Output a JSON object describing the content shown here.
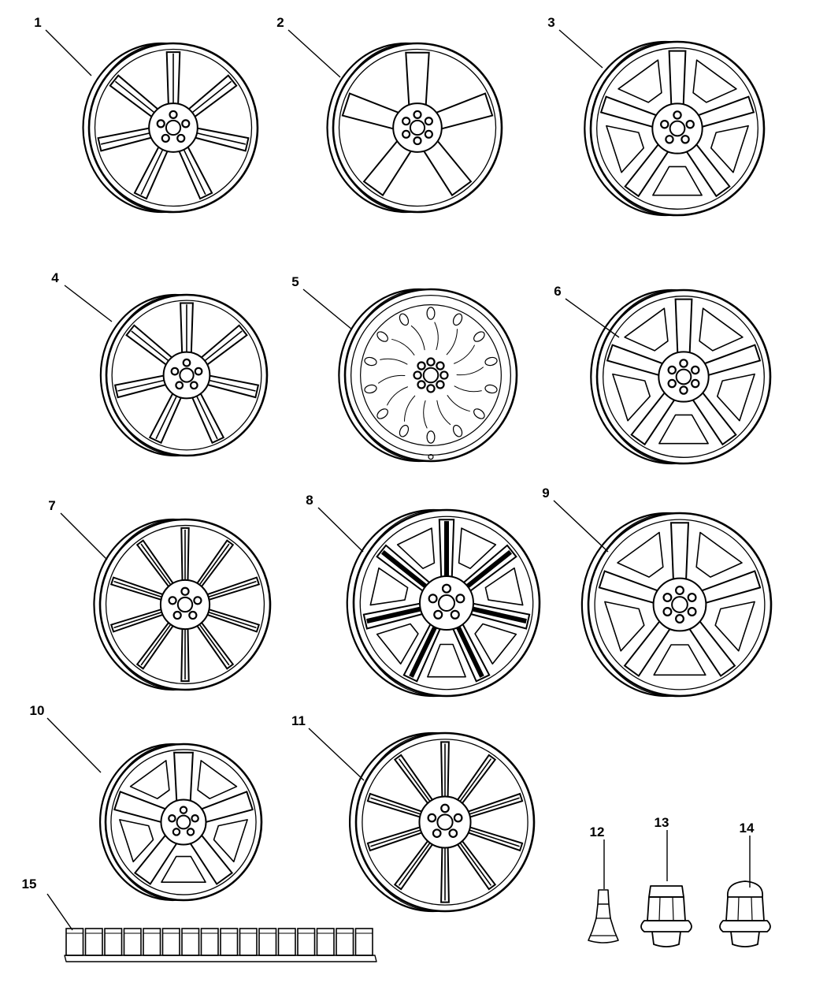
{
  "parts": [
    {
      "id": "wheel-1",
      "kind": "wheel",
      "callout": "1",
      "spokes": 7,
      "lugs": 5,
      "style": "split-spoke"
    },
    {
      "id": "wheel-2",
      "kind": "wheel",
      "callout": "2",
      "spokes": 5,
      "lugs": 6,
      "style": "wide-spoke"
    },
    {
      "id": "wheel-3",
      "kind": "wheel",
      "callout": "3",
      "spokes": 5,
      "lugs": 5,
      "style": "open-spoke"
    },
    {
      "id": "wheel-4",
      "kind": "wheel",
      "callout": "4",
      "spokes": 7,
      "lugs": 5,
      "style": "split-spoke"
    },
    {
      "id": "wheel-5",
      "kind": "wheel",
      "callout": "5",
      "spokes": 0,
      "lugs": 8,
      "style": "steel-vent"
    },
    {
      "id": "wheel-6",
      "kind": "wheel",
      "callout": "6",
      "spokes": 5,
      "lugs": 6,
      "style": "open-spoke"
    },
    {
      "id": "wheel-7",
      "kind": "wheel",
      "callout": "7",
      "spokes": 10,
      "lugs": 5,
      "style": "multi-spoke"
    },
    {
      "id": "wheel-8",
      "kind": "wheel",
      "callout": "8",
      "spokes": 7,
      "lugs": 5,
      "style": "dark-spoke"
    },
    {
      "id": "wheel-9",
      "kind": "wheel",
      "callout": "9",
      "spokes": 5,
      "lugs": 6,
      "style": "open-spoke"
    },
    {
      "id": "wheel-10",
      "kind": "wheel",
      "callout": "10",
      "spokes": 5,
      "lugs": 5,
      "style": "pocket-spoke"
    },
    {
      "id": "wheel-11",
      "kind": "wheel",
      "callout": "11",
      "spokes": 10,
      "lugs": 5,
      "style": "twin-spoke"
    },
    {
      "id": "valve-stem",
      "kind": "valve-stem",
      "callout": "12"
    },
    {
      "id": "lug-nut-13",
      "kind": "lug-nut",
      "callout": "13"
    },
    {
      "id": "lug-nut-14",
      "kind": "lug-nut-capped",
      "callout": "14"
    },
    {
      "id": "wheel-weights",
      "kind": "weight-strip",
      "callout": "15",
      "segments": 16
    }
  ]
}
